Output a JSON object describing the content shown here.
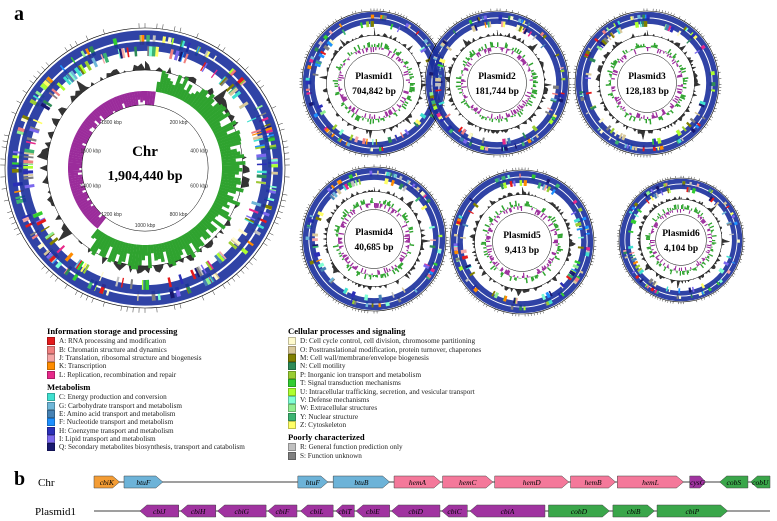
{
  "panels": {
    "a": "a",
    "b": "b"
  },
  "circles": [
    {
      "key": "chr",
      "name": "Chr",
      "size": "1,904,440 bp",
      "ticks": [
        "200 kbp",
        "400 kbp",
        "600 kbp",
        "800 kbp",
        "1000 kbp",
        "1200 kbp",
        "1400 kbp",
        "1600 kbp",
        "1800 kbp"
      ]
    },
    {
      "key": "p1",
      "name": "Plasmid1",
      "size": "704,842 bp"
    },
    {
      "key": "p2",
      "name": "Plasmid2",
      "size": "181,744 bp"
    },
    {
      "key": "p3",
      "name": "Plasmid3",
      "size": "128,183 bp"
    },
    {
      "key": "p4",
      "name": "Plasmid4",
      "size": "40,685 bp"
    },
    {
      "key": "p5",
      "name": "Plasmid5",
      "size": "9,413 bp"
    },
    {
      "key": "p6",
      "name": "Plasmid6",
      "size": "4,104 bp"
    }
  ],
  "legend": {
    "groups": [
      {
        "title": "Information storage and processing",
        "items": [
          {
            "label": "A: RNA processing and modification",
            "color": "#e41a1c"
          },
          {
            "label": "B: Chromatin structure and dynamics",
            "color": "#f08080"
          },
          {
            "label": "J: Translation, ribosomal structure and biogenesis",
            "color": "#f4a6a6"
          },
          {
            "label": "K: Transcription",
            "color": "#ff8c00"
          },
          {
            "label": "L: Replication, recombination and repair",
            "color": "#e7298a"
          }
        ]
      },
      {
        "title": "Metabolism",
        "items": [
          {
            "label": "C: Energy production and conversion",
            "color": "#40e0d0"
          },
          {
            "label": "G: Carbohydrate transport and metabolism",
            "color": "#6fb7d8"
          },
          {
            "label": "E: Amino acid transport and metabolism",
            "color": "#4682b4"
          },
          {
            "label": "F: Nucleotide transport and metabolism",
            "color": "#1e90ff"
          },
          {
            "label": "H: Coenzyme transport and metabolism",
            "color": "#2b2fb8"
          },
          {
            "label": "I: Lipid transport and metabolism",
            "color": "#7b68ee"
          },
          {
            "label": "Q: Secondary metabolites biosynthesis, transport and catabolism",
            "color": "#191970"
          }
        ]
      },
      {
        "title": "Cellular processes and signaling",
        "items": [
          {
            "label": "D: Cell cycle control, cell division, chromosome partitioning",
            "color": "#fffacd"
          },
          {
            "label": "O: Posttranslational modification, protein turnover, chaperones",
            "color": "#d8c89a"
          },
          {
            "label": "M: Cell wall/membrane/envelope biogenesis",
            "color": "#808000"
          },
          {
            "label": "N: Cell motility",
            "color": "#2e8b57"
          },
          {
            "label": "P: Inorganic ion transport and metabolism",
            "color": "#9acd32"
          },
          {
            "label": "T: Signal transduction mechanisms",
            "color": "#32cd32"
          },
          {
            "label": "U: Intracellular trafficking, secretion, and vesicular transport",
            "color": "#adff2f"
          },
          {
            "label": "V: Defense mechanisms",
            "color": "#7fffd4"
          },
          {
            "label": "W: Extracellular structures",
            "color": "#90ee90"
          },
          {
            "label": "Y: Nuclear structure",
            "color": "#3cb371"
          },
          {
            "label": "Z: Cytoskeleton",
            "color": "#ffff66"
          }
        ]
      },
      {
        "title": "Poorly characterized",
        "items": [
          {
            "label": "R: General function prediction only",
            "color": "#c0c0c0"
          },
          {
            "label": "S: Function unknown",
            "color": "#808080"
          }
        ]
      }
    ]
  },
  "gene_tracks": [
    {
      "label": "Chr",
      "genes": [
        {
          "name": "cbiK",
          "color": "#f39c34",
          "dir": "right",
          "start": 0,
          "len": 29
        },
        {
          "name": "btuF",
          "color": "#6db3d8",
          "dir": "right",
          "start": 34,
          "len": 44
        },
        {
          "name": "btuF",
          "color": "#6db3d8",
          "dir": "right",
          "start": 231,
          "len": 34
        },
        {
          "name": "btuB",
          "color": "#6db3d8",
          "dir": "right",
          "start": 271,
          "len": 64
        },
        {
          "name": "hemA",
          "color": "#f4789a",
          "dir": "right",
          "start": 340,
          "len": 53
        },
        {
          "name": "hemC",
          "color": "#f4789a",
          "dir": "right",
          "start": 395,
          "len": 57
        },
        {
          "name": "hemD",
          "color": "#f4789a",
          "dir": "right",
          "start": 454,
          "len": 84
        },
        {
          "name": "hemB",
          "color": "#f4789a",
          "dir": "right",
          "start": 540,
          "len": 51
        },
        {
          "name": "hemL",
          "color": "#f4789a",
          "dir": "right",
          "start": 593,
          "len": 75
        },
        {
          "name": "cysG",
          "color": "#a033a0",
          "dir": "right",
          "start": 675,
          "len": 18
        },
        {
          "name": "cobS",
          "color": "#3aa64a",
          "dir": "left",
          "start": 709,
          "len": 32
        },
        {
          "name": "cobU",
          "color": "#3aa64a",
          "dir": "left",
          "start": 744,
          "len": 22
        }
      ]
    },
    {
      "label": "Plasmid1",
      "genes": [
        {
          "name": "cbiJ",
          "color": "#a033a0",
          "dir": "left",
          "start": 52,
          "len": 44
        },
        {
          "name": "cbiH",
          "color": "#a033a0",
          "dir": "left",
          "start": 98,
          "len": 40
        },
        {
          "name": "cbiG",
          "color": "#a033a0",
          "dir": "left",
          "start": 140,
          "len": 55
        },
        {
          "name": "cbiF",
          "color": "#a033a0",
          "dir": "left",
          "start": 197,
          "len": 33
        },
        {
          "name": "cbiL",
          "color": "#a033a0",
          "dir": "left",
          "start": 234,
          "len": 37
        },
        {
          "name": "cbiT",
          "color": "#a033a0",
          "dir": "left",
          "start": 274,
          "len": 21
        },
        {
          "name": "cbiE",
          "color": "#a033a0",
          "dir": "left",
          "start": 297,
          "len": 38
        },
        {
          "name": "cbiD",
          "color": "#a033a0",
          "dir": "left",
          "start": 337,
          "len": 55
        },
        {
          "name": "cbiC",
          "color": "#a033a0",
          "dir": "left",
          "start": 394,
          "len": 29
        },
        {
          "name": "cbiA",
          "color": "#a033a0",
          "dir": "left",
          "start": 426,
          "len": 85
        },
        {
          "name": "cobD",
          "color": "#3aa64a",
          "dir": "right",
          "start": 515,
          "len": 69
        },
        {
          "name": "cbiB",
          "color": "#3aa64a",
          "dir": "right",
          "start": 588,
          "len": 47
        },
        {
          "name": "cbiP",
          "color": "#3aa64a",
          "dir": "right",
          "start": 638,
          "len": 80
        }
      ]
    }
  ]
}
